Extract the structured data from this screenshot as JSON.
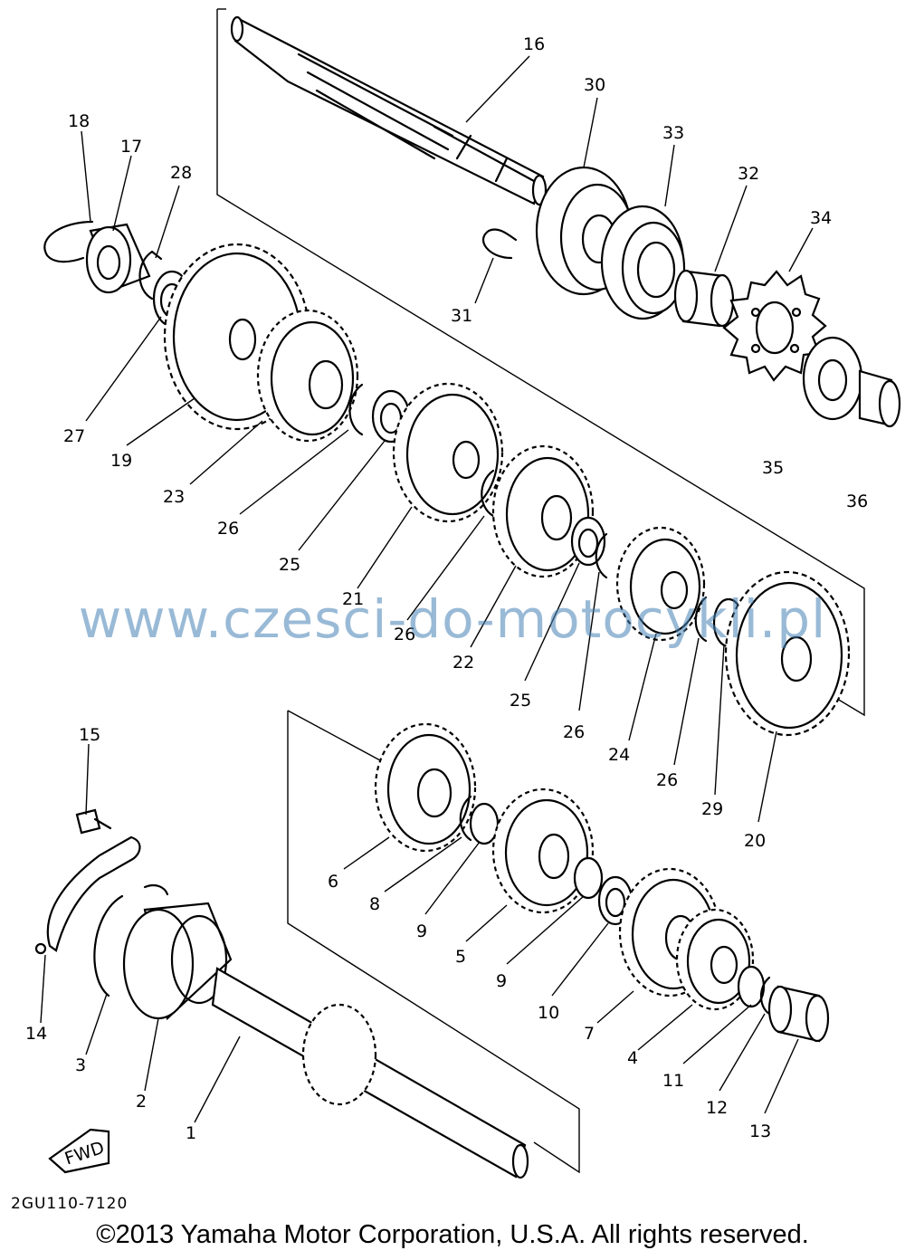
{
  "watermark": "www.czesci-do-motocykli.pl",
  "diagram_code": "2GU110-7120",
  "copyright": "©2013 Yamaha Motor Corporation, U.S.A. All rights reserved.",
  "fwd_label": "FWD",
  "callouts": [
    "1",
    "2",
    "3",
    "4",
    "5",
    "6",
    "7",
    "8",
    "9",
    "9",
    "10",
    "11",
    "12",
    "13",
    "14",
    "15",
    "16",
    "17",
    "18",
    "19",
    "20",
    "21",
    "22",
    "23",
    "24",
    "25",
    "25",
    "26",
    "26",
    "26",
    "26",
    "27",
    "28",
    "29",
    "30",
    "31",
    "32",
    "33",
    "34",
    "35",
    "36"
  ]
}
